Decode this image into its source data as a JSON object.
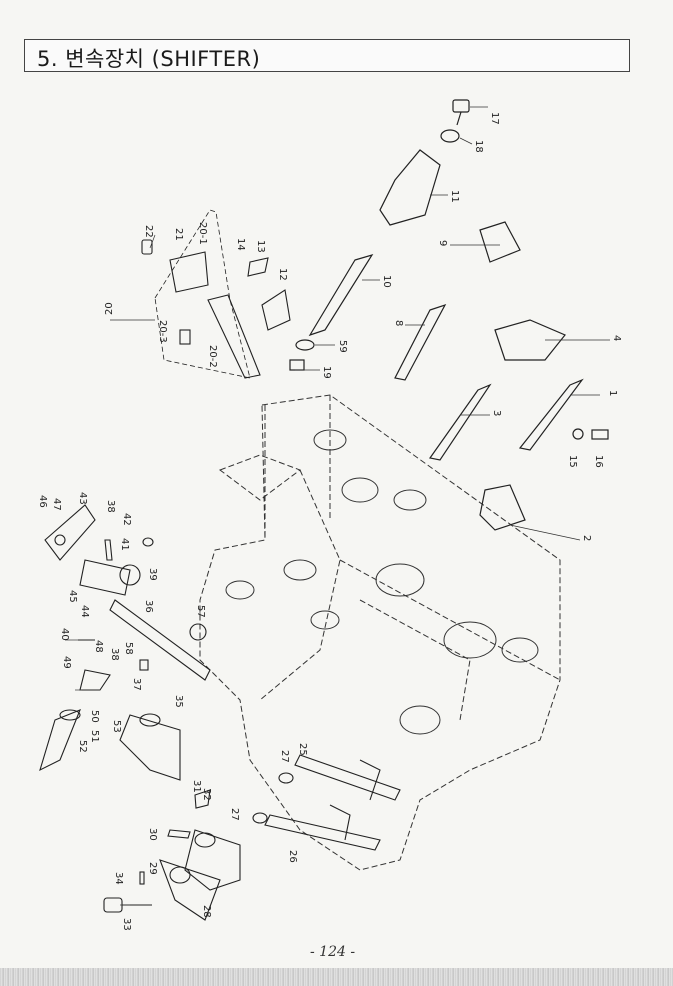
{
  "page": {
    "title": "5. 변속장치 (SHIFTER)",
    "page_number": "- 124 -"
  },
  "diagram": {
    "callouts": [
      {
        "id": "17"
      },
      {
        "id": "18"
      },
      {
        "id": "11"
      },
      {
        "id": "9"
      },
      {
        "id": "10"
      },
      {
        "id": "8"
      },
      {
        "id": "4"
      },
      {
        "id": "59"
      },
      {
        "id": "19"
      },
      {
        "id": "3"
      },
      {
        "id": "1"
      },
      {
        "id": "15"
      },
      {
        "id": "16"
      },
      {
        "id": "2"
      },
      {
        "id": "22"
      },
      {
        "id": "21"
      },
      {
        "id": "20-1"
      },
      {
        "id": "14"
      },
      {
        "id": "13"
      },
      {
        "id": "12"
      },
      {
        "id": "20"
      },
      {
        "id": "20-3"
      },
      {
        "id": "20-2"
      },
      {
        "id": "46"
      },
      {
        "id": "47"
      },
      {
        "id": "43"
      },
      {
        "id": "38"
      },
      {
        "id": "42"
      },
      {
        "id": "41"
      },
      {
        "id": "39"
      },
      {
        "id": "45"
      },
      {
        "id": "44"
      },
      {
        "id": "36"
      },
      {
        "id": "57"
      },
      {
        "id": "40"
      },
      {
        "id": "49"
      },
      {
        "id": "48"
      },
      {
        "id": "38"
      },
      {
        "id": "58"
      },
      {
        "id": "37"
      },
      {
        "id": "35"
      },
      {
        "id": "50"
      },
      {
        "id": "51"
      },
      {
        "id": "52"
      },
      {
        "id": "53"
      },
      {
        "id": "27"
      },
      {
        "id": "25"
      },
      {
        "id": "31"
      },
      {
        "id": "32"
      },
      {
        "id": "27"
      },
      {
        "id": "26"
      },
      {
        "id": "30"
      },
      {
        "id": "29"
      },
      {
        "id": "34"
      },
      {
        "id": "28"
      },
      {
        "id": "33"
      }
    ]
  }
}
